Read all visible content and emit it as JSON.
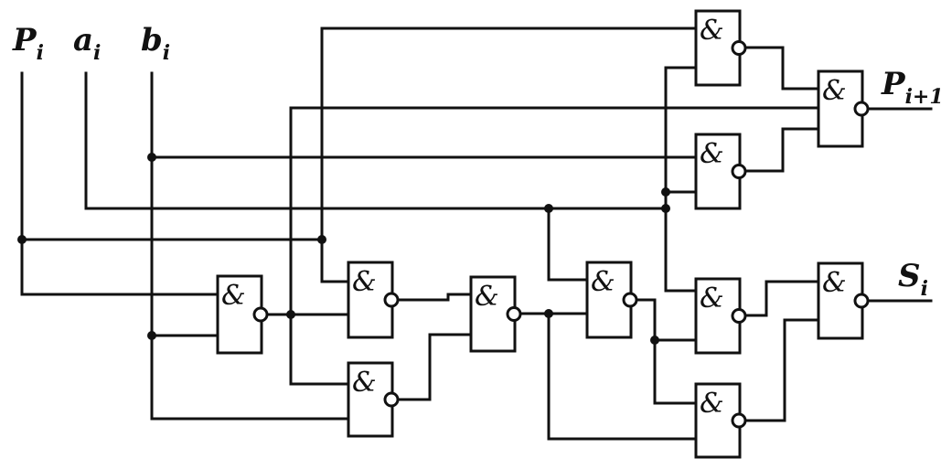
{
  "inputs": {
    "p": {
      "main": "P",
      "sub": "i"
    },
    "a": {
      "main": "a",
      "sub": "i"
    },
    "b": {
      "main": "b",
      "sub": "i"
    }
  },
  "outputs": {
    "carry": {
      "main": "P",
      "sub": "i+1"
    },
    "sum": {
      "main": "S",
      "sub": "i"
    }
  },
  "gate_symbol": "&",
  "gates": [
    {
      "id": "g1"
    },
    {
      "id": "g2"
    },
    {
      "id": "g3"
    },
    {
      "id": "g4"
    },
    {
      "id": "g5"
    },
    {
      "id": "g6"
    },
    {
      "id": "g7"
    },
    {
      "id": "g8"
    },
    {
      "id": "g9"
    },
    {
      "id": "g10"
    },
    {
      "id": "g11"
    },
    {
      "id": "g12"
    }
  ]
}
